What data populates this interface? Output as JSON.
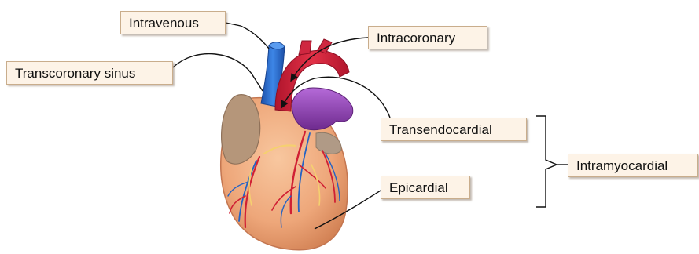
{
  "labels": {
    "intravenous": "Intravenous",
    "intracoronary": "Intracoronary",
    "transcoronary_sinus": "Transcoronary sinus",
    "transendocardial": "Transendocardial",
    "intramyocardial": "Intramyocardial",
    "epicardial": "Epicardial"
  },
  "colors": {
    "label_background": "#fdf3e7",
    "label_border": "#c9ad8c",
    "myocardium": "#eea77a",
    "aorta": "#d5213a",
    "vena_cava": "#2d6fd0",
    "pulmonary_artery": "#8f3fb0",
    "atrium": "#b5967a",
    "connector": "#111111"
  }
}
